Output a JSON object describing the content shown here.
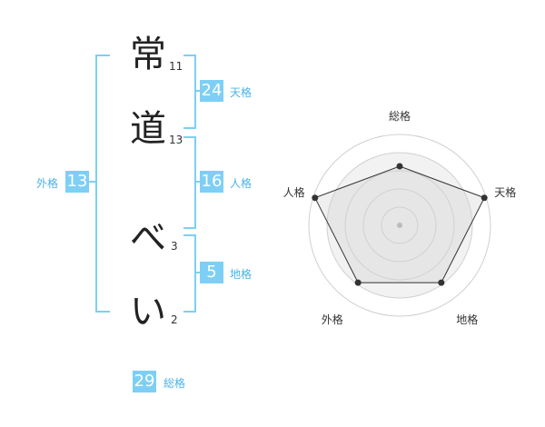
{
  "name_chars": [
    {
      "char": "常",
      "strokes": "11"
    },
    {
      "char": "道",
      "strokes": "13"
    },
    {
      "char": "べ",
      "strokes": "3"
    },
    {
      "char": "い",
      "strokes": "2"
    }
  ],
  "fortunes": {
    "tenkaku": {
      "value": "24",
      "label": "天格"
    },
    "jinkaku": {
      "value": "16",
      "label": "人格"
    },
    "chikaku": {
      "value": "5",
      "label": "地格"
    },
    "gaikaku": {
      "value": "13",
      "label": "外格"
    },
    "soukaku": {
      "value": "29",
      "label": "総格"
    }
  },
  "colors": {
    "accent": "#7dcff5",
    "label": "#4ab3e8",
    "text": "#222222"
  },
  "chart_data": {
    "type": "radar",
    "axes": [
      "総格",
      "天格",
      "地格",
      "外格",
      "人格"
    ],
    "values": [
      0.65,
      0.98,
      0.78,
      0.78,
      0.98
    ],
    "rings": 5,
    "grid": true
  }
}
